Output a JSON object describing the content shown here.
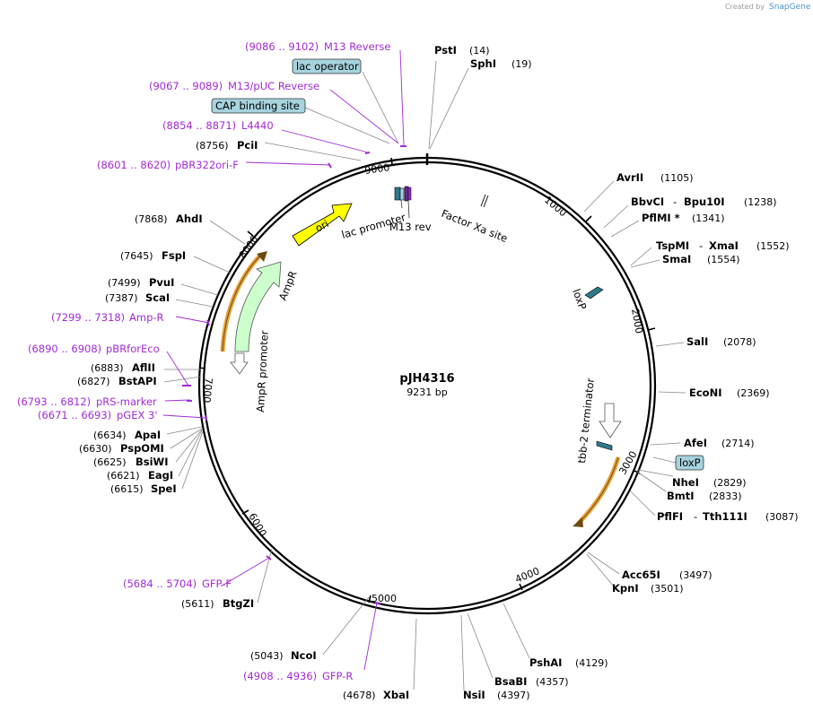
{
  "credit": {
    "created_by": "Created by",
    "brand": "SnapGene"
  },
  "plasmid": {
    "name": "pJH4316",
    "length": "9231 bp"
  },
  "ticks": [
    "1000",
    "2000",
    "3000",
    "4000",
    "5000",
    "6000",
    "7000",
    "8000",
    "9000"
  ],
  "primers": [
    {
      "range": "(9086 .. 9102)",
      "name": "M13 Reverse"
    },
    {
      "range": "(9067 .. 9089)",
      "name": "M13/pUC Reverse"
    },
    {
      "range": "(8854 .. 8871)",
      "name": "L4440"
    },
    {
      "range": "(8601 .. 8620)",
      "name": "pBR322ori-F"
    },
    {
      "range": "(7299 .. 7318)",
      "name": "Amp-R"
    },
    {
      "range": "(6890 .. 6908)",
      "name": "pBRforEco"
    },
    {
      "range": "(6793 .. 6812)",
      "name": "pRS-marker"
    },
    {
      "range": "(6671 .. 6693)",
      "name": "pGEX 3'"
    },
    {
      "range": "(5684 .. 5704)",
      "name": "GFP-F"
    },
    {
      "range": "(4908 .. 4936)",
      "name": "GFP-R"
    }
  ],
  "boxed_features": [
    {
      "name": "lac operator"
    },
    {
      "name": "CAP binding site"
    },
    {
      "name": "loxP"
    }
  ],
  "sites_right": [
    {
      "name": "PstI",
      "pos": "(14)"
    },
    {
      "name": "SphI",
      "pos": "(19)"
    },
    {
      "name": "AvrII",
      "pos": "(1105)"
    },
    {
      "name": "BbvCI",
      "name2": "Bpu10I",
      "pos": "(1238)"
    },
    {
      "name": "PflMI *",
      "pos": "(1341)"
    },
    {
      "name": "TspMI",
      "name2": "XmaI",
      "pos": "(1552)"
    },
    {
      "name": "SmaI",
      "pos": "(1554)"
    },
    {
      "name": "SalI",
      "pos": "(2078)"
    },
    {
      "name": "EcoNI",
      "pos": "(2369)"
    },
    {
      "name": "AfeI",
      "pos": "(2714)"
    },
    {
      "name": "NheI",
      "pos": "(2829)"
    },
    {
      "name": "BmtI",
      "pos": "(2833)"
    },
    {
      "name": "PflFI",
      "name2": "Tth111I",
      "pos": "(3087)"
    },
    {
      "name": "Acc65I",
      "pos": "(3497)"
    },
    {
      "name": "KpnI",
      "pos": "(3501)"
    },
    {
      "name": "PshAI",
      "pos": "(4129)"
    },
    {
      "name": "BsaBI",
      "pos": "(4357)"
    },
    {
      "name": "NsiI",
      "pos": "(4397)"
    }
  ],
  "sites_left": [
    {
      "name": "PciI",
      "pos": "(8756)"
    },
    {
      "name": "AhdI",
      "pos": "(7868)"
    },
    {
      "name": "FspI",
      "pos": "(7645)"
    },
    {
      "name": "PvuI",
      "pos": "(7499)"
    },
    {
      "name": "ScaI",
      "pos": "(7387)"
    },
    {
      "name": "AflII",
      "pos": "(6883)"
    },
    {
      "name": "BstAPI",
      "pos": "(6827)"
    },
    {
      "name": "ApaI",
      "pos": "(6634)"
    },
    {
      "name": "PspOMI",
      "pos": "(6630)"
    },
    {
      "name": "BsiWI",
      "pos": "(6625)"
    },
    {
      "name": "EagI",
      "pos": "(6621)"
    },
    {
      "name": "SpeI",
      "pos": "(6615)"
    },
    {
      "name": "BtgZI",
      "pos": "(5611)"
    },
    {
      "name": "NcoI",
      "pos": "(5043)"
    },
    {
      "name": "XbaI",
      "pos": "(4678)"
    }
  ],
  "inner_features": {
    "ori": "ori",
    "ampr": "AmpR",
    "ampr_promoter": "AmpR promoter",
    "lac_promoter": "lac promoter",
    "m13_rev": "M13 rev",
    "factor_xa": "Factor Xa site",
    "loxp_inner": "loxP",
    "tbb2": "tbb-2 terminator"
  },
  "colors": {
    "primer": "#a12bd6",
    "ori": "#ffff00",
    "ampr": "#ccffcc",
    "boxed": "#a6d3de",
    "loxp": "#2f7a8c",
    "orange_arc": "#e8a23a",
    "credit": "#9a9a9a"
  }
}
